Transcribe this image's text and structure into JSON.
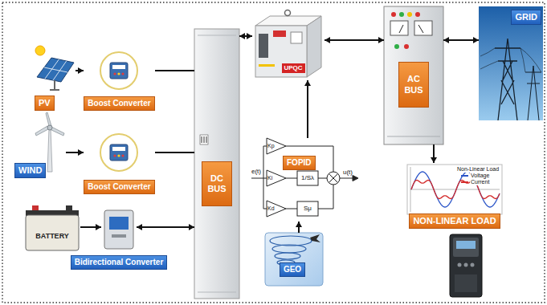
{
  "diagram": {
    "nodes": [
      {
        "text": [
          "PV"
        ]
      },
      {
        "text": [
          "Boost Converter"
        ]
      },
      {
        "text": [
          "WIND"
        ]
      },
      {
        "text": [
          "Boost Converter"
        ]
      },
      {
        "text": [
          "BATTERY"
        ]
      },
      {
        "text": [
          "Bidirectional Converter"
        ]
      },
      {
        "text": [
          "DC BUS"
        ]
      },
      {
        "text": [
          "UPQC"
        ]
      },
      {
        "text": [
          "FOPID"
        ]
      },
      {
        "text": [
          "GEO"
        ]
      },
      {
        "text": [
          "AC BUS"
        ]
      },
      {
        "text": [
          "GRID"
        ]
      },
      {
        "text": [
          "NON-LINEAR LOAD"
        ]
      }
    ],
    "edges": [
      {
        "from": 0,
        "to": 1,
        "arrow": "to"
      },
      {
        "from": 1,
        "to": 6,
        "arrow": "none"
      },
      {
        "from": 2,
        "to": 3,
        "arrow": "to"
      },
      {
        "from": 3,
        "to": 6,
        "arrow": "none"
      },
      {
        "from": 4,
        "to": 5,
        "arrow": "to"
      },
      {
        "from": 5,
        "to": 6,
        "arrow": "both"
      },
      {
        "from": 6,
        "to": 7,
        "arrow": "both"
      },
      {
        "from": 7,
        "to": 10,
        "arrow": "both"
      },
      {
        "from": 10,
        "to": 11,
        "arrow": "both"
      },
      {
        "from": 10,
        "to": 12,
        "arrow": "to"
      },
      {
        "from": 8,
        "to": 7,
        "arrow": "to"
      },
      {
        "from": 9,
        "to": 8,
        "arrow": "to"
      }
    ],
    "labels": [
      "Kp",
      "Ki",
      "Kd",
      "1/Sλ",
      "Sμ",
      "e(t)",
      "u(t)",
      "Non-Linear Load"
    ],
    "legend": [
      {
        "text": "Voltage"
      },
      {
        "text": "Current"
      }
    ]
  }
}
